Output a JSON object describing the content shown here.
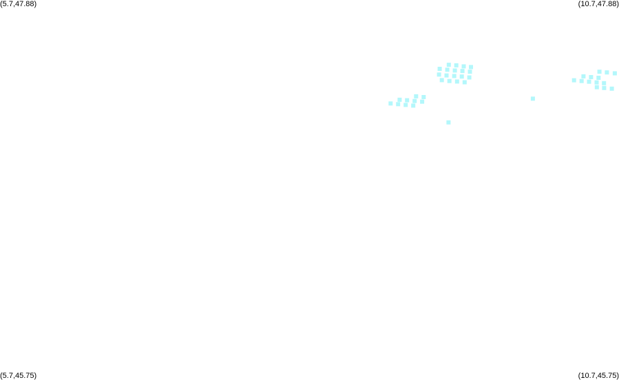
{
  "map": {
    "corners": {
      "top_left": "(5.7,47.88)",
      "top_right": "(10.7,47.88)",
      "bottom_left": "(5.7,45.75)",
      "bottom_right": "(10.7,45.75)"
    },
    "bounds": {
      "lon_min": 5.7,
      "lon_max": 10.7,
      "lat_min": 45.75,
      "lat_max": 47.88
    },
    "point_color": "#b3f7fb",
    "points": [
      [
        9.325,
        47.517
      ],
      [
        9.386,
        47.514
      ],
      [
        9.446,
        47.508
      ],
      [
        9.504,
        47.504
      ],
      [
        9.252,
        47.494
      ],
      [
        9.313,
        47.489
      ],
      [
        9.374,
        47.485
      ],
      [
        9.435,
        47.482
      ],
      [
        9.496,
        47.478
      ],
      [
        9.246,
        47.462
      ],
      [
        9.307,
        47.457
      ],
      [
        9.369,
        47.454
      ],
      [
        9.43,
        47.451
      ],
      [
        9.491,
        47.446
      ],
      [
        9.269,
        47.431
      ],
      [
        9.33,
        47.426
      ],
      [
        9.392,
        47.423
      ],
      [
        9.453,
        47.419
      ],
      [
        10.542,
        47.478
      ],
      [
        10.602,
        47.474
      ],
      [
        10.666,
        47.469
      ],
      [
        10.413,
        47.452
      ],
      [
        10.474,
        47.448
      ],
      [
        10.535,
        47.444
      ],
      [
        10.337,
        47.43
      ],
      [
        10.398,
        47.426
      ],
      [
        10.458,
        47.422
      ],
      [
        10.519,
        47.418
      ],
      [
        10.579,
        47.414
      ],
      [
        10.521,
        47.391
      ],
      [
        10.58,
        47.387
      ],
      [
        10.642,
        47.383
      ],
      [
        9.061,
        47.34
      ],
      [
        9.122,
        47.336
      ],
      [
        8.928,
        47.321
      ],
      [
        8.988,
        47.318
      ],
      [
        9.049,
        47.314
      ],
      [
        9.11,
        47.31
      ],
      [
        8.855,
        47.3
      ],
      [
        8.916,
        47.296
      ],
      [
        8.977,
        47.292
      ],
      [
        9.038,
        47.288
      ],
      [
        10.004,
        47.327
      ],
      [
        9.323,
        47.194
      ]
    ]
  }
}
